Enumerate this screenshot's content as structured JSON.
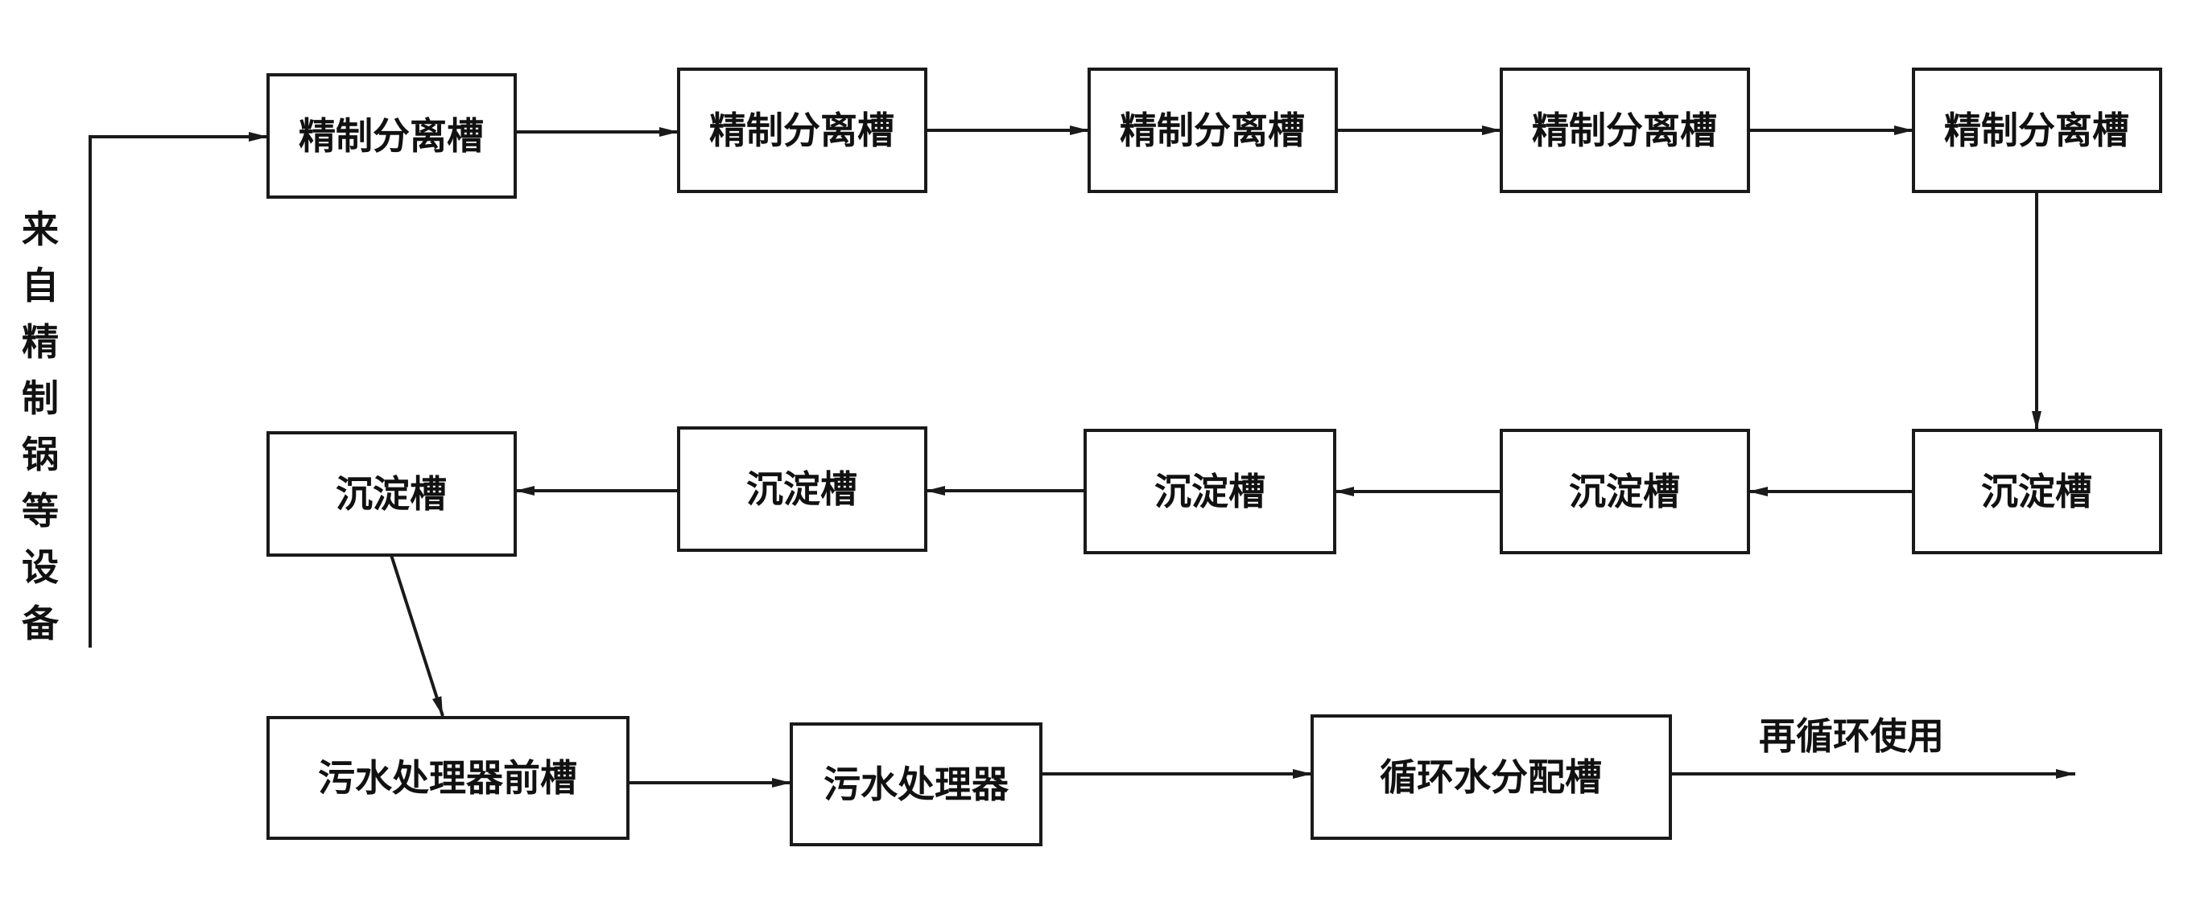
{
  "source_label": [
    "来",
    "自",
    "精",
    "制",
    "锅",
    "等",
    "设",
    "备"
  ],
  "row1": {
    "box1": "精制分离槽",
    "box2": "精制分离槽",
    "box3": "精制分离槽",
    "box4": "精制分离槽",
    "box5": "精制分离槽"
  },
  "row2": {
    "box1": "沉淀槽",
    "box2": "沉淀槽",
    "box3": "沉淀槽",
    "box4": "沉淀槽",
    "box5": "沉淀槽"
  },
  "row3": {
    "pre_tank": "污水处理器前槽",
    "treater": "污水处理器",
    "distribution": "循环水分配槽"
  },
  "output_label": "再循环使用"
}
